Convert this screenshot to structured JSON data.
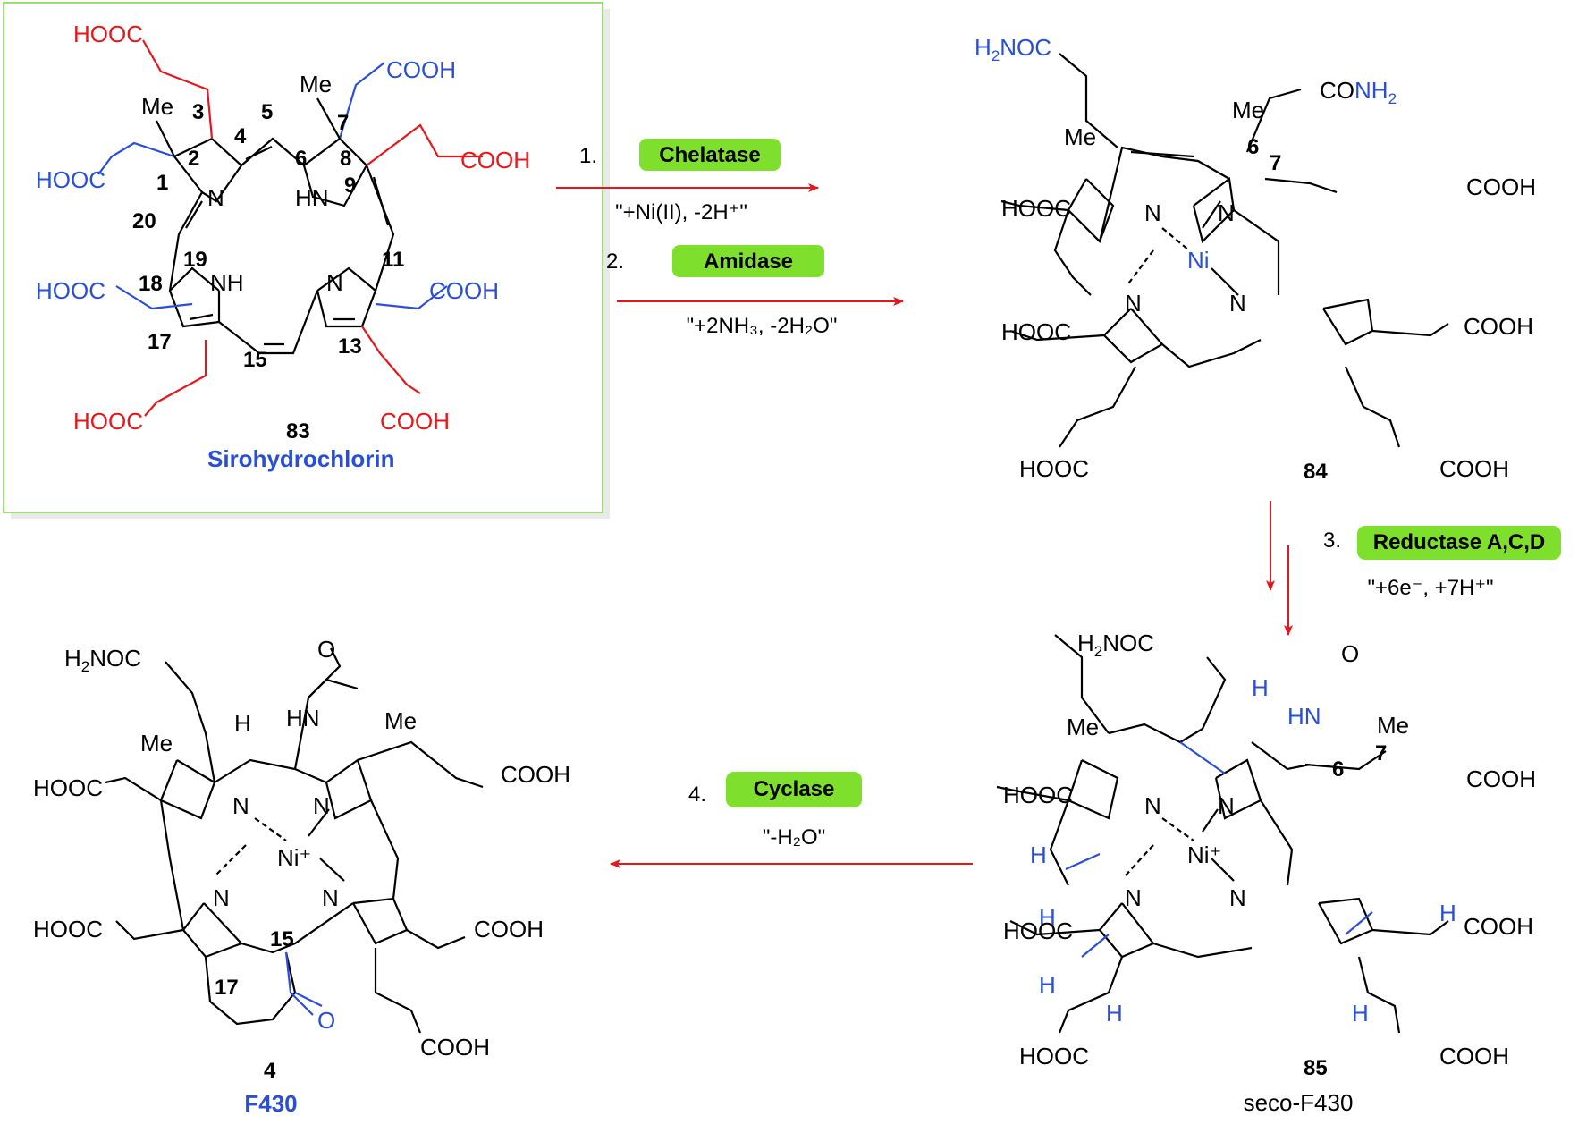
{
  "compounds": {
    "c83": {
      "number": "83",
      "name": "Sirohydrochlorin"
    },
    "c84": {
      "number": "84"
    },
    "c85": {
      "number": "85",
      "name": "seco-F430"
    },
    "c4": {
      "number": "4",
      "name": "F430"
    }
  },
  "steps": [
    {
      "index": "1.",
      "enzyme": "Chelatase",
      "condition": "\"+Ni(II), -2H⁺\""
    },
    {
      "index": "2.",
      "enzyme": "Amidase",
      "condition": "\"+2NH₃, -2H₂O\""
    },
    {
      "index": "3.",
      "enzyme": "Reductase A,C,D",
      "condition": "\"+6e⁻, +7H⁺\""
    },
    {
      "index": "4.",
      "enzyme": "Cyclase",
      "condition": "\"-H₂O\""
    }
  ],
  "groups": {
    "hooc": "HOOC",
    "cooh": "COOH",
    "h2noc": "H₂NOC",
    "conh2": "CONH₂",
    "me": "Me",
    "n": "N",
    "nh": "NH",
    "hn": "HN",
    "h": "H",
    "o": "O",
    "ni": "Ni",
    "niplus": "Ni⁺"
  },
  "colors": {
    "red": "#e8161b",
    "blue": "#2a4fd6",
    "badge": "#7ee02c",
    "box_border": "#9be06a",
    "arrow": "#e8161b"
  }
}
